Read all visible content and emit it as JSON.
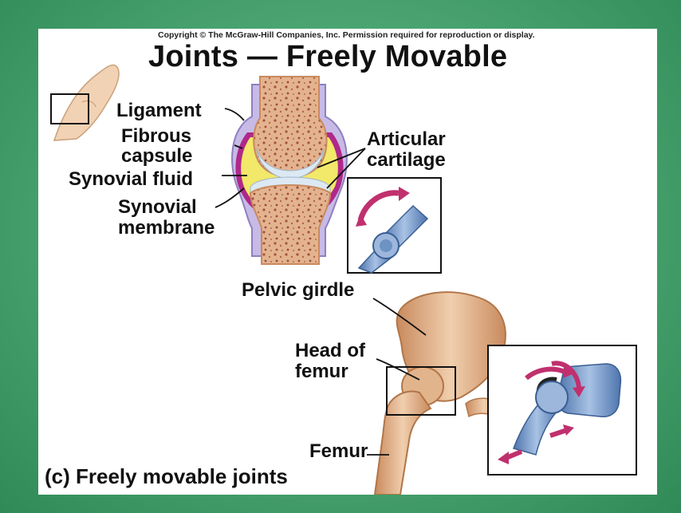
{
  "copyright": "Copyright © The McGraw-Hill Companies, Inc. Permission required for reproduction or display.",
  "title": "Joints — Freely Movable",
  "labels": {
    "ligament": "Ligament",
    "fibrous_capsule_line1": "Fibrous",
    "fibrous_capsule_line2": "capsule",
    "synovial_fluid": "Synovial fluid",
    "synovial_membrane_line1": "Synovial",
    "synovial_membrane_line2": "membrane",
    "articular_cartilage_line1": "Articular",
    "articular_cartilage_line2": "cartilage",
    "pelvic_girdle": "Pelvic girdle",
    "head_of_femur_line1": "Head of",
    "head_of_femur_line2": "femur",
    "femur": "Femur"
  },
  "caption": "(c) Freely movable joints",
  "colors": {
    "background_green": "#3f9a66",
    "bone": "#d9a47a",
    "synovial_fluid": "#f2e86a",
    "capsule": "#a99ad0",
    "membrane": "#b0288a",
    "model_blue": "#6d92c4",
    "arrow_magenta": "#c0306e"
  }
}
